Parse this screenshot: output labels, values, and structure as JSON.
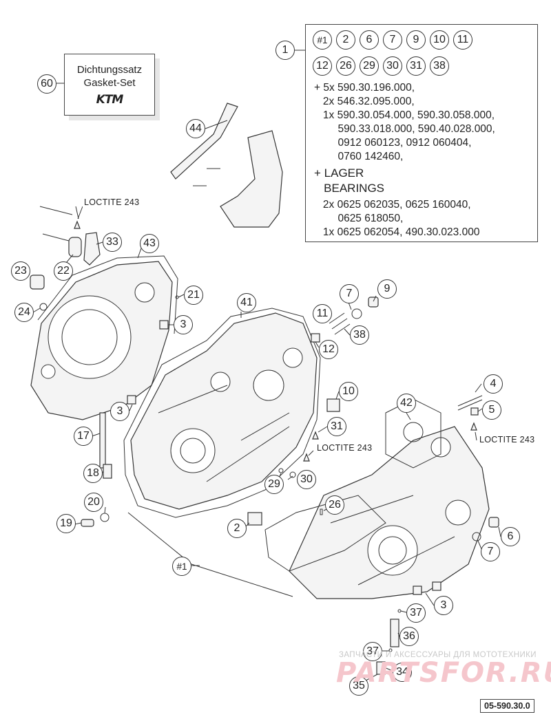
{
  "gasket_set": {
    "line1": "Dichtungssatz",
    "line2": "Gasket-Set",
    "logo": "KTM",
    "callout": "60"
  },
  "kit": {
    "callout": "1",
    "row1": [
      "#1",
      "2",
      "6",
      "7",
      "9",
      "10",
      "11"
    ],
    "row2": [
      "12",
      "26",
      "29",
      "30",
      "31",
      "38"
    ],
    "text1": "+ 5x 590.30.196.000,",
    "text2": "   2x 546.32.095.000,",
    "text3": "   1x 590.30.054.000, 590.30.058.000,",
    "text4": "        590.33.018.000, 590.40.028.000,",
    "text5": "        0912 060123, 0912 060404,",
    "text6": "        0760 142460,",
    "text7": "+ LAGER",
    "text8": "   BEARINGS",
    "text9": "   2x 0625 062035, 0625 160040,",
    "text10": "        0625 618050,",
    "text11": "   1x 0625 062054, 490.30.023.000"
  },
  "callouts": {
    "c44": "44",
    "c33": "33",
    "c22": "22",
    "c43": "43",
    "c23": "23",
    "c24": "24",
    "c21": "21",
    "c3a": "3",
    "c41": "41",
    "c11": "11",
    "c7a": "7",
    "c9": "9",
    "c38": "38",
    "c12": "12",
    "c4": "4",
    "c5": "5",
    "c10": "10",
    "c31": "31",
    "c42": "42",
    "c3b": "3",
    "c17": "17",
    "c18": "18",
    "c20": "20",
    "c19": "19",
    "c30": "30",
    "c29": "29",
    "c26": "26",
    "c2": "2",
    "c6": "6",
    "c7b": "7",
    "c1hash": "#1",
    "c3c": "3",
    "c37a": "37",
    "c36": "36",
    "c37b": "37",
    "c34": "34",
    "c35": "35"
  },
  "labels": {
    "loctite1": "LOCTITE 243",
    "loctite2": "LOCTITE 243",
    "loctite3": "LOCTITE 243"
  },
  "drawing_code": "05-590.30.0",
  "watermark": {
    "line1": "ЗАПЧАСТИ И АКСЕССУАРЫ ДЛЯ МОТОТЕХНИКИ",
    "line2": "PARTSFOR.RU"
  }
}
